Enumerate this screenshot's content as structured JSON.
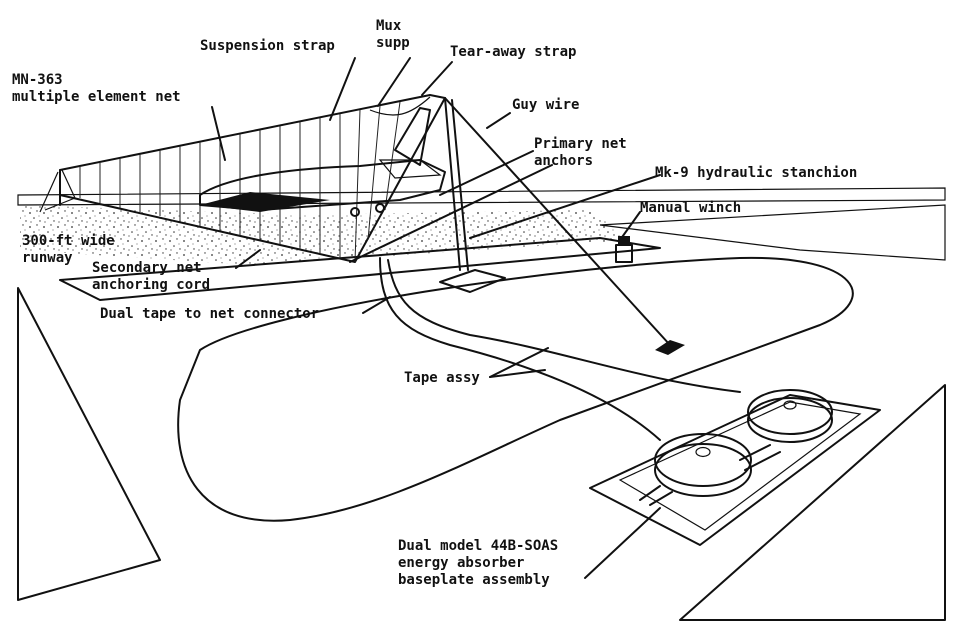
{
  "labels": {
    "mn363_line1": "MN-363",
    "mn363_line2": "multiple element net",
    "suspension_strap": "Suspension strap",
    "mux_line1": "Mux",
    "mux_line2": "supp",
    "tear_away_strap": "Tear-away strap",
    "guy_wire": "Guy wire",
    "primary_line1": "Primary net",
    "primary_line2": "anchors",
    "stanchion": "Mk-9 hydraulic stanchion",
    "manual_winch": "Manual winch",
    "runway_line1": "300-ft wide",
    "runway_line2": "runway",
    "secondary_line1": "Secondary net",
    "secondary_line2": "anchoring cord",
    "dual_tape": "Dual tape to net connector",
    "tape_assy": "Tape assy",
    "absorber_line1": "Dual model 44B-SOAS",
    "absorber_line2": "energy absorber",
    "absorber_line3": "baseplate assembly"
  },
  "colors": {
    "ink": "#111111",
    "paper": "#ffffff",
    "stipple": "#333333"
  }
}
